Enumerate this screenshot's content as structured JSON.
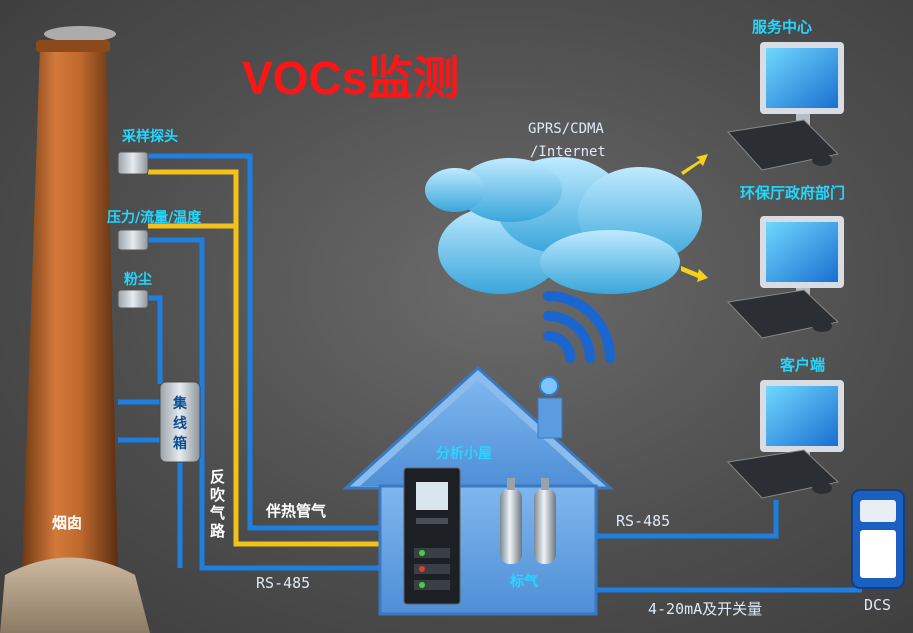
{
  "title": "VOCs监测",
  "labels": {
    "sampling_probe": "采样探头",
    "pressure_flow_temp": "压力/流量/温度",
    "dust": "粉尘",
    "junction_box_chars": [
      "集",
      "线",
      "箱"
    ],
    "chimney": "烟囱",
    "backblow_chars": [
      "反",
      "吹",
      "气",
      "路"
    ],
    "heat_trace_pipe": "伴热管气",
    "rs485_bottom": "RS-485",
    "analysis_hut": "分析小屋",
    "standard_gas": "标气",
    "rs485_right": "RS-485",
    "io_signal": "4-20mA及开关量",
    "dcs": "DCS",
    "network_line1": "GPRS/CDMA",
    "network_line2": "/Internet",
    "service_center": "服务中心",
    "epa_department": "环保厅政府部门",
    "client": "客户端"
  },
  "colors": {
    "title": "#ff1515",
    "label": "#23d7ff",
    "blue_pipe": "#1f7fe0",
    "yellow_pipe": "#f2c21a",
    "house": "#6aa6e6"
  }
}
